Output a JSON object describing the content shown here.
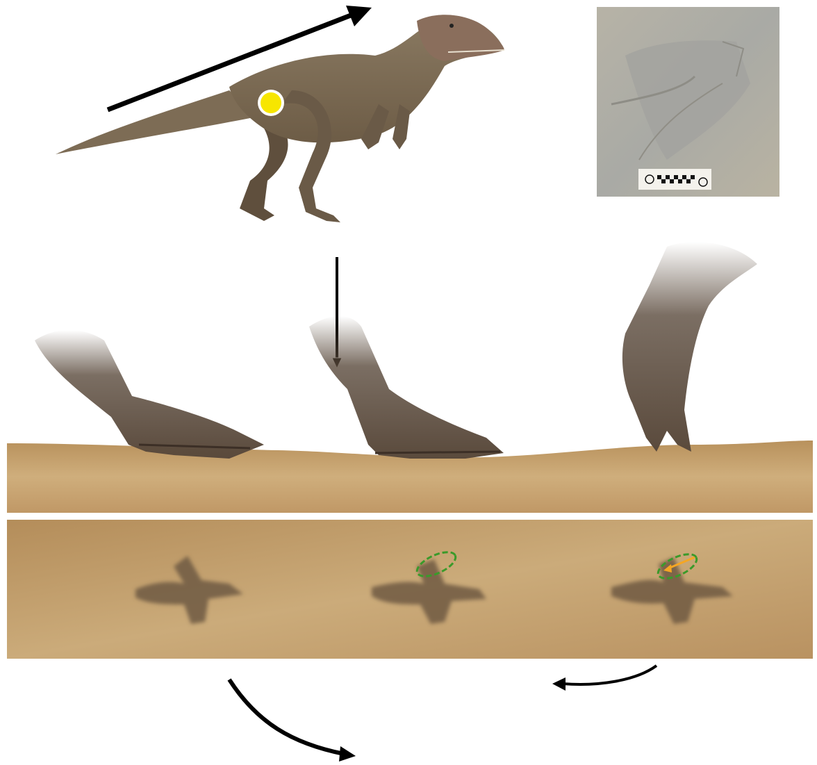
{
  "figure": {
    "dinosaur": {
      "illustration": "theropod-dinosaur",
      "center_of_mass_color": "#f7e600"
    },
    "photo": {
      "subject": "fossil-footprint-photo",
      "scale_bar": "checkered-scale-bar"
    },
    "ground": {
      "sand_color": "#c9a674"
    },
    "feet": [
      "foot-step-1",
      "foot-step-2",
      "foot-step-3"
    ],
    "footprints": [
      "footprint-1",
      "footprint-2",
      "footprint-3"
    ],
    "markings": {
      "outline_color": "#3a9a2a",
      "arrow_color": "#f5a623"
    },
    "arrows": {
      "motion_direction": "travel-direction-arrow",
      "downward": "downward-arrow",
      "swing_left": "swing-arrow-left",
      "swing_right": "swing-arrow-right"
    }
  }
}
